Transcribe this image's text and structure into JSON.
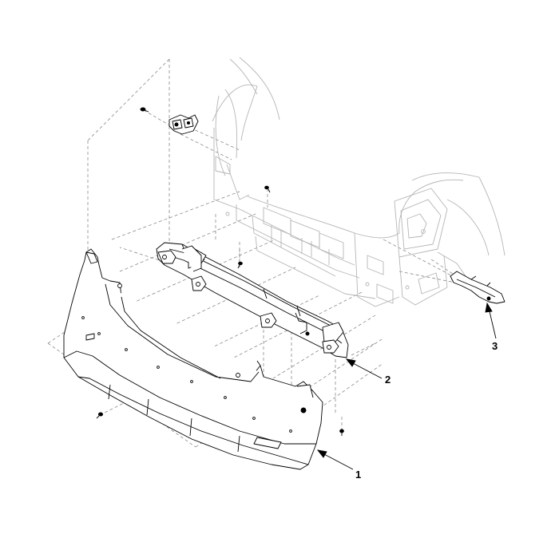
{
  "callouts": {
    "bumper_cover": "1",
    "bumper_beam": "2",
    "side_bracket": "3"
  },
  "colors": {
    "line": "#000000",
    "body_ghost": "#b5b5b5",
    "leader": "#7a7a7a",
    "background": "#ffffff"
  }
}
